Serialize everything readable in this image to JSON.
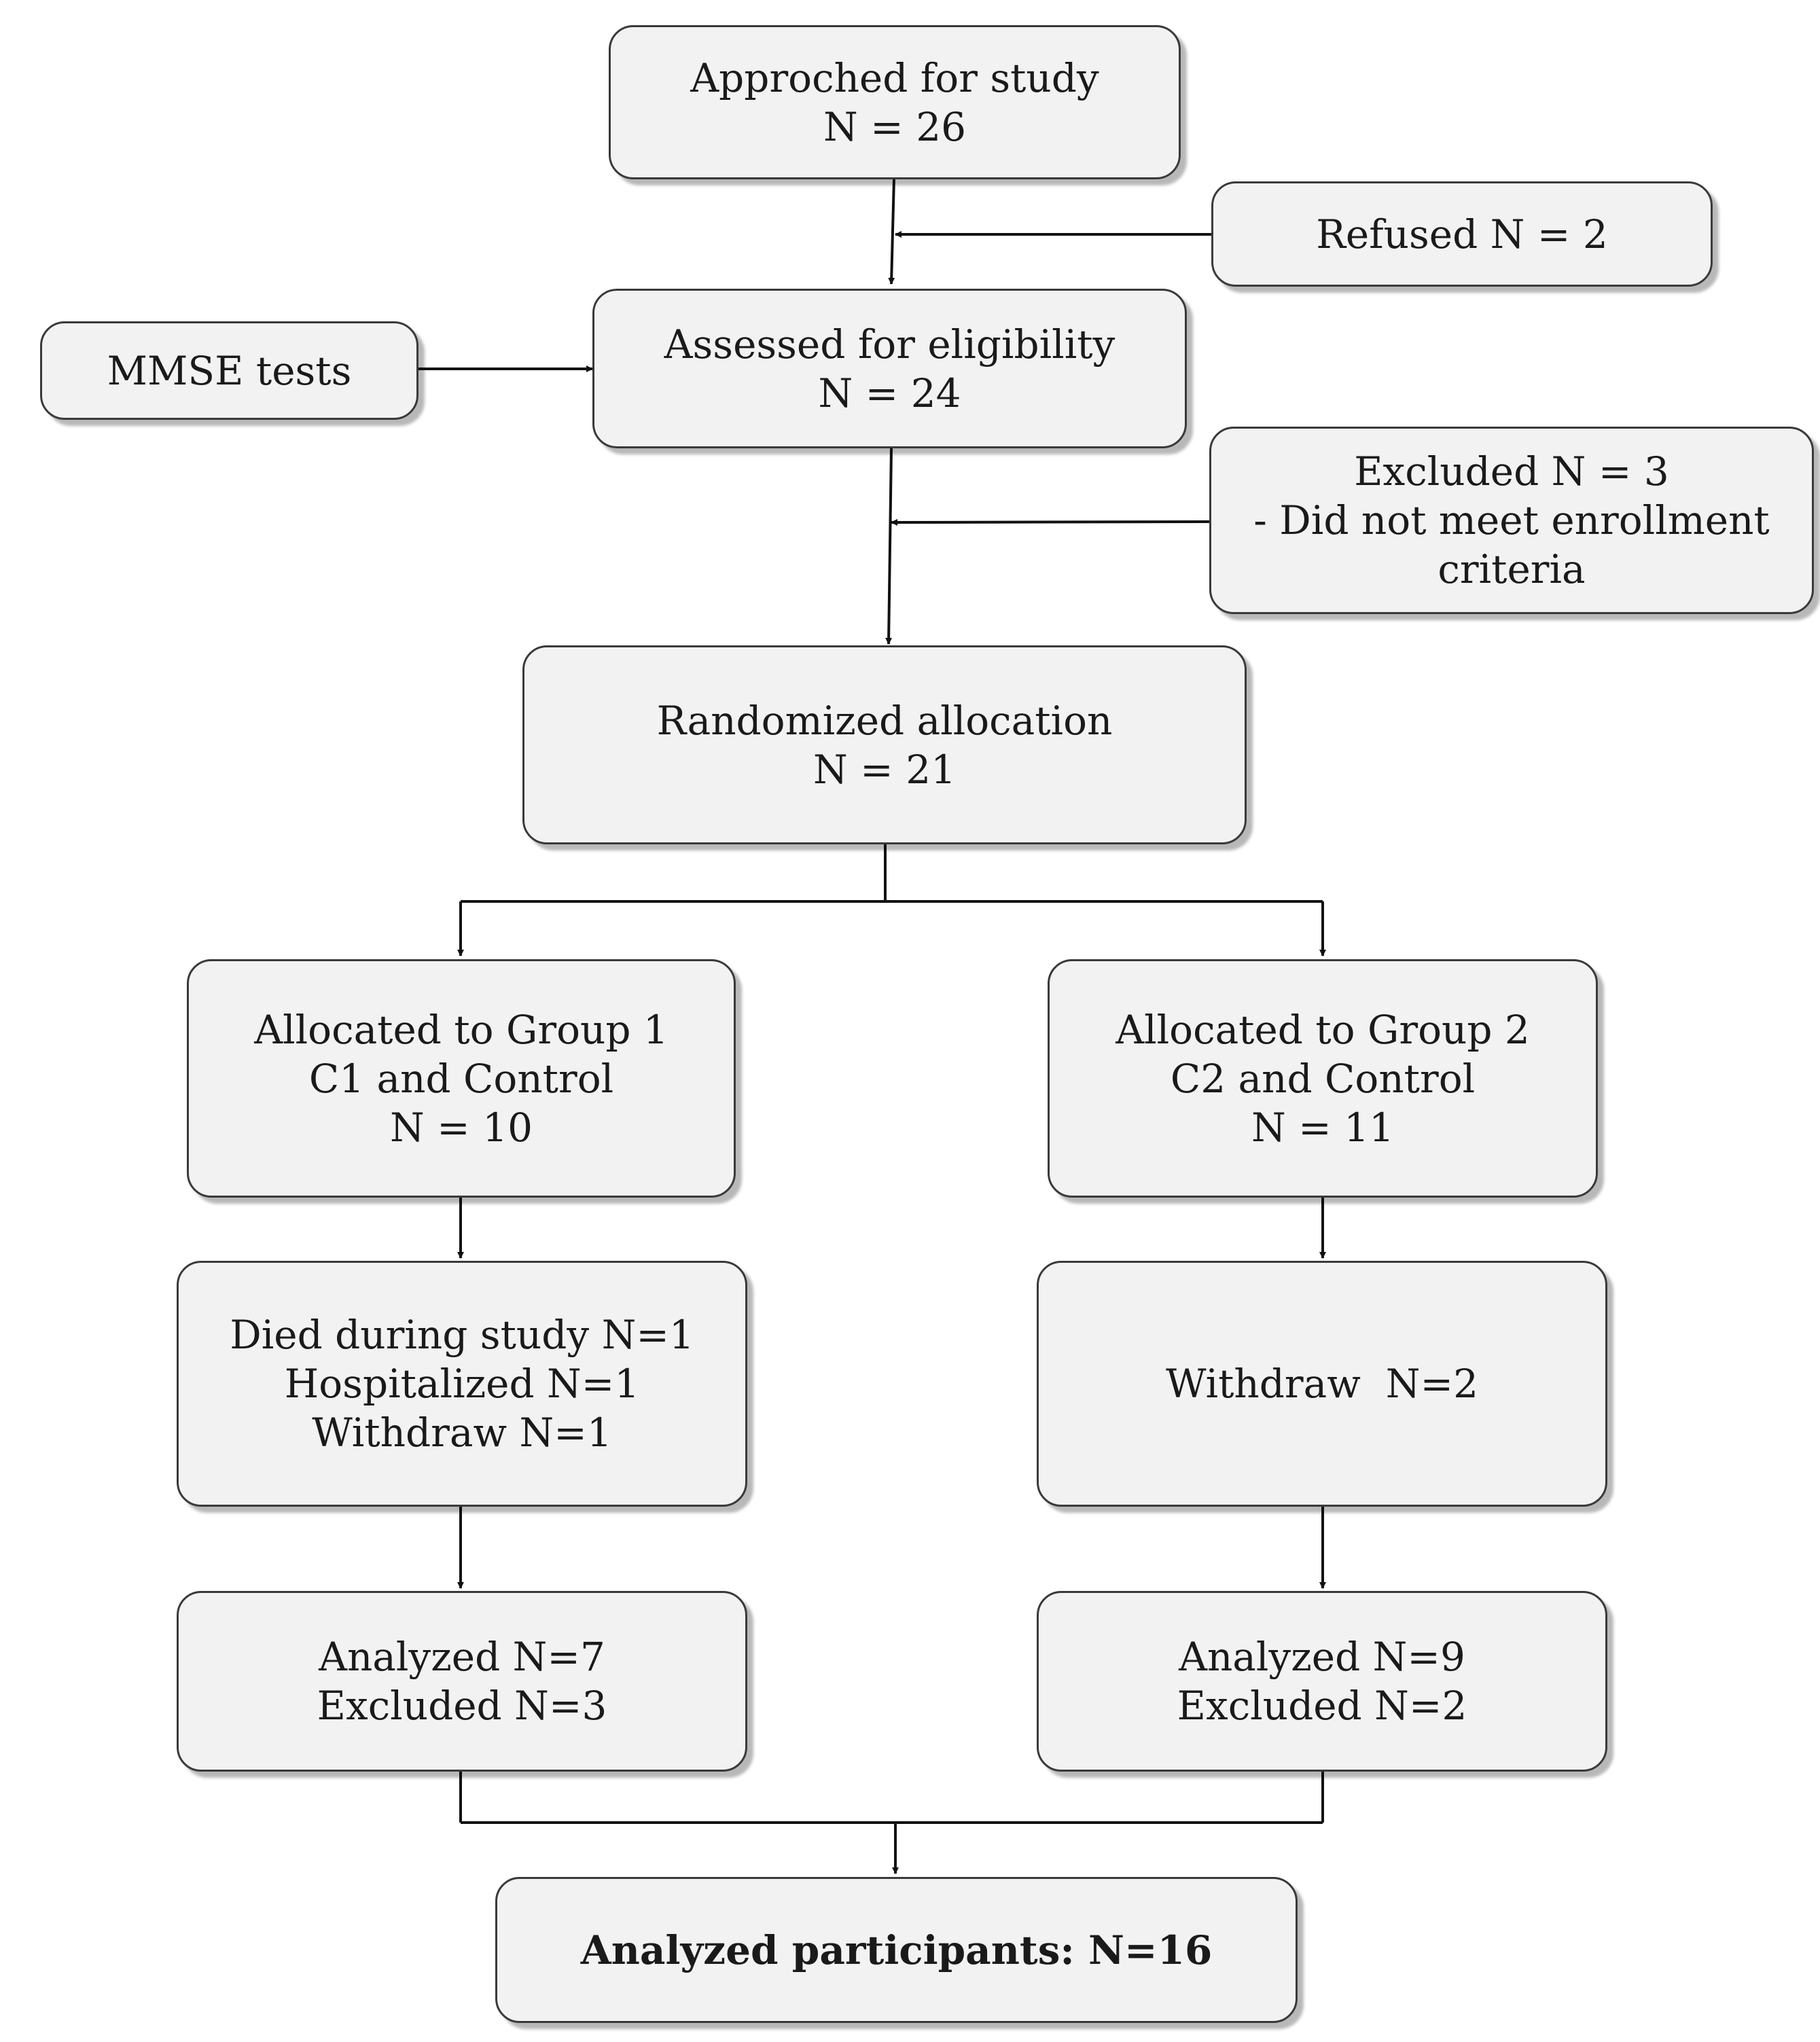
{
  "boxes": {
    "approached": [
      "Approched for study",
      "N = 26"
    ],
    "refused": [
      "Refused N = 2"
    ],
    "mmse": [
      "MMSE tests"
    ],
    "assessed": [
      "Assessed for eligibility",
      "N = 24"
    ],
    "excluded": [
      "Excluded N = 3",
      "- Did not meet enrollment",
      "criteria"
    ],
    "randomized": [
      "Randomized allocation",
      "N = 21"
    ],
    "group1": [
      "Allocated to Group 1",
      "C1 and Control",
      "N = 10"
    ],
    "group2": [
      "Allocated to Group 2",
      "C2 and Control",
      "N = 11"
    ],
    "g1_losses": [
      "Died during study N=1",
      "Hospitalized N=1",
      "Withdraw N=1"
    ],
    "g2_losses": [
      "Withdraw  N=2"
    ],
    "g1_analyzed": [
      "Analyzed N=7",
      "Excluded N=3"
    ],
    "g2_analyzed": [
      "Analyzed N=9",
      "Excluded N=2"
    ],
    "total": [
      "Analyzed participants: N=16"
    ]
  },
  "colors": {
    "box_fill": "#f2f2f2",
    "box_border": "#3a3a3a",
    "connector": "#111111"
  }
}
